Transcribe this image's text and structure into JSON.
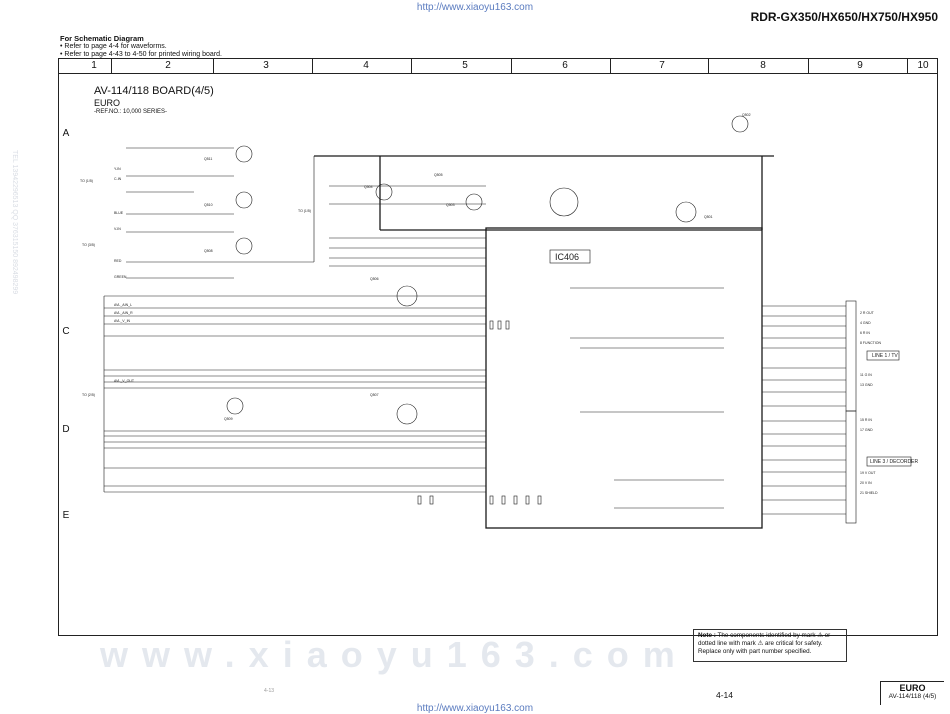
{
  "header": {
    "url_top": "http://www.xiaoyu163.com",
    "model_title": "RDR-GX350/HX650/HX750/HX950"
  },
  "notes": {
    "heading": "For Schematic Diagram",
    "lines": [
      "• Refer to page 4-4 for waveforms.",
      "• Refer to page 4-43 to 4-50 for printed wiring board."
    ]
  },
  "grid": {
    "columns": [
      "1",
      "2",
      "3",
      "4",
      "5",
      "6",
      "7",
      "8",
      "9",
      "10"
    ],
    "rows": [
      "A",
      "C",
      "D",
      "E"
    ]
  },
  "board": {
    "title": "AV-114/118 BOARD(4/5)",
    "region": "EURO",
    "ref_no": "-REF.NO.: 10,000 SERIES-"
  },
  "schematic": {
    "ic_label": "IC406",
    "connector_labels": [
      "LINE 1 / TV",
      "LINE 3 / DECORDER"
    ],
    "transistor_labels": [
      "Q511",
      "Q510",
      "Q508",
      "Q505",
      "Q504",
      "Q503",
      "Q502",
      "Q501",
      "Q507",
      "Q506",
      "Q509"
    ],
    "left_signals": [
      "Y-IN",
      "C-IN",
      "V-IN",
      "BLUE",
      "RED",
      "GREEN",
      "AVL_AIN_L",
      "AVL_AIN_R",
      "AVL_V_IN",
      "AVL_V_OUT"
    ],
    "pin_names": [
      "2 R OUT",
      "4 GND",
      "6 R IN",
      "8 FUNCTION",
      "11 G IN",
      "13 GND",
      "15 R IN",
      "17 GND",
      "19 V OUT",
      "20 V IN",
      "21 SHIELD"
    ],
    "margin_labels": [
      "TO (1/5)",
      "TO (3/5)",
      "TO (2/5)"
    ]
  },
  "note": {
    "label": "Note :",
    "text": "The components identified by mark ⚠ or dotted line with mark ⚠ are critical for safety. Replace only with part number specified."
  },
  "footer": {
    "page_number": "4-14",
    "region": "EURO",
    "board": "AV-114/118 (4/5)",
    "url_bottom": "http://www.xiaoyu163.com",
    "watermark": "www.xiaoyu163.com",
    "side_watermark": "TEL 13942296513 QQ 376315150 892498299",
    "tick_label": "4-13"
  }
}
